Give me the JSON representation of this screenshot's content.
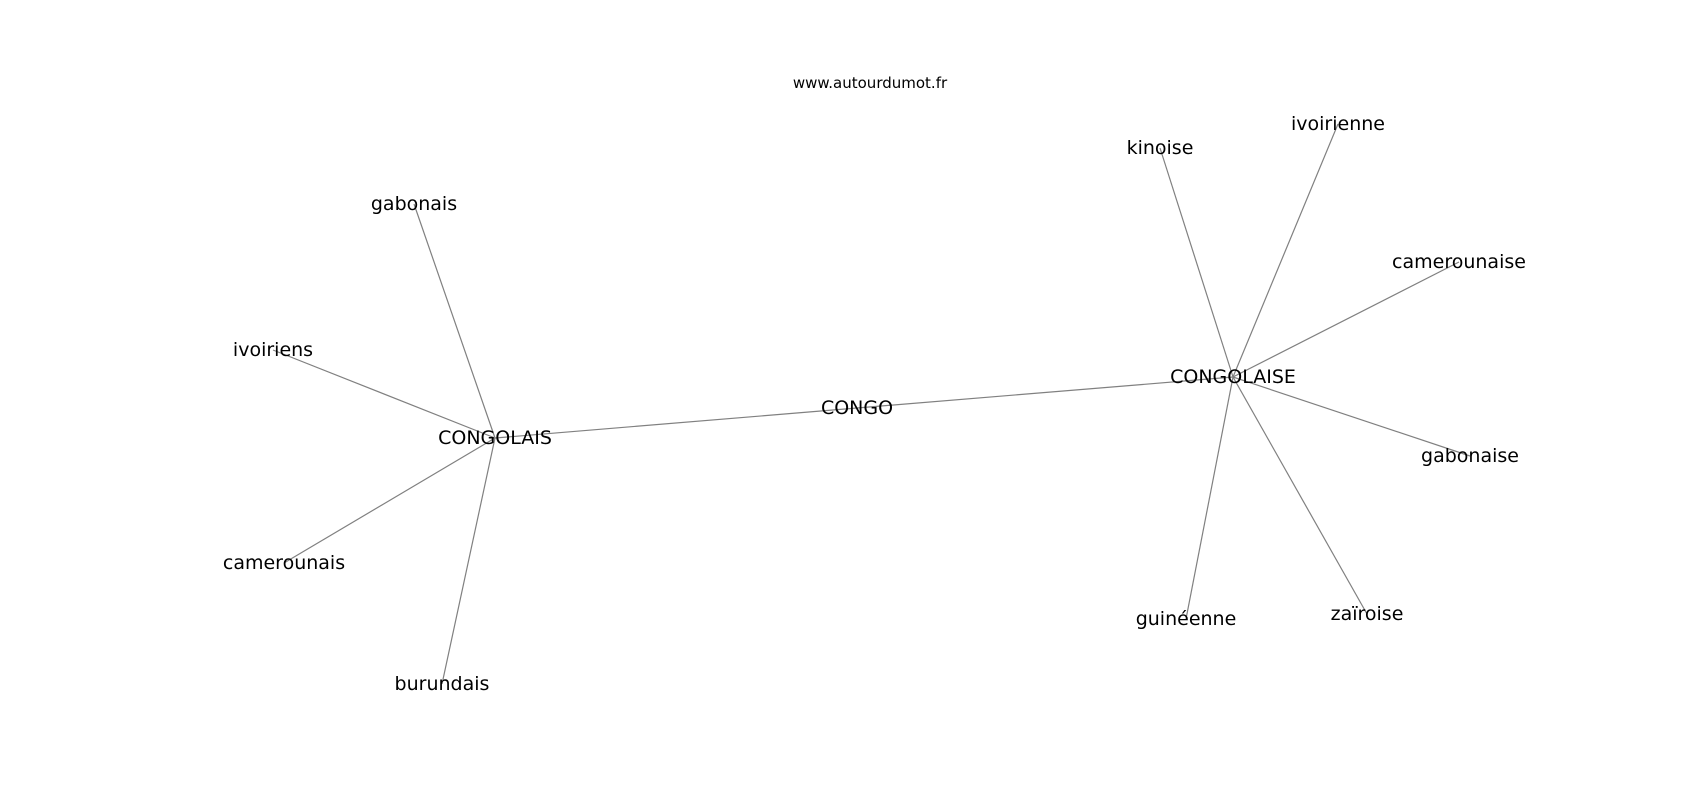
{
  "watermark": "www.autourdumot.fr",
  "nodes": [
    {
      "id": "congo",
      "label": "CONGO"
    },
    {
      "id": "congolais",
      "label": "CONGOLAIS"
    },
    {
      "id": "congolaise",
      "label": "CONGOLAISE"
    },
    {
      "id": "gabonais",
      "label": "gabonais"
    },
    {
      "id": "ivoiriens",
      "label": "ivoiriens"
    },
    {
      "id": "camerounais",
      "label": "camerounais"
    },
    {
      "id": "burundais",
      "label": "burundais"
    },
    {
      "id": "kinoise",
      "label": "kinoise"
    },
    {
      "id": "ivoirienne",
      "label": "ivoirienne"
    },
    {
      "id": "camerounaise",
      "label": "camerounaise"
    },
    {
      "id": "gabonaise",
      "label": "gabonaise"
    },
    {
      "id": "zairoise",
      "label": "zaïroise"
    },
    {
      "id": "guineenne",
      "label": "guinéenne"
    }
  ],
  "edges": [
    [
      "congo",
      "congolais"
    ],
    [
      "congo",
      "congolaise"
    ],
    [
      "congolais",
      "gabonais"
    ],
    [
      "congolais",
      "ivoiriens"
    ],
    [
      "congolais",
      "camerounais"
    ],
    [
      "congolais",
      "burundais"
    ],
    [
      "congolaise",
      "kinoise"
    ],
    [
      "congolaise",
      "ivoirienne"
    ],
    [
      "congolaise",
      "camerounaise"
    ],
    [
      "congolaise",
      "gabonaise"
    ],
    [
      "congolaise",
      "zairoise"
    ],
    [
      "congolaise",
      "guineenne"
    ]
  ]
}
